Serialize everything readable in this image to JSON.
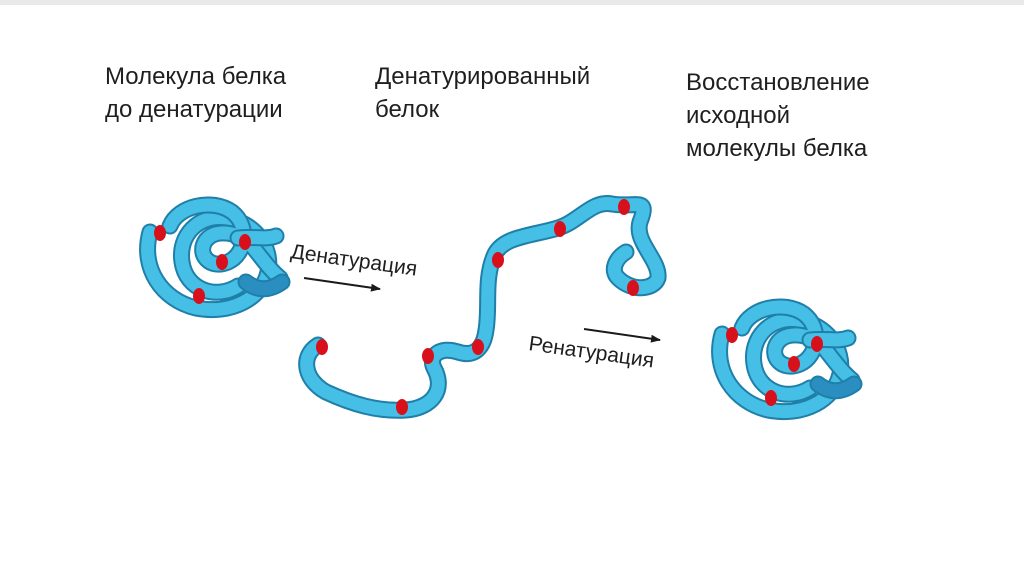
{
  "captions": {
    "native": {
      "line1": "Молекула белка",
      "line2": "до денатурации"
    },
    "denatured": {
      "line1": "Денатурированный",
      "line2": "белок"
    },
    "restored": {
      "line1": "Восстановление",
      "line2": "исходной",
      "line3": "молекулы белка"
    }
  },
  "arrows": {
    "denaturation": "Денатурация",
    "renaturation": "Ренатурация"
  },
  "colors": {
    "chain_fill": "#45bfe6",
    "chain_outline": "#1f7fa8",
    "chain_dark": "#2a8fc0",
    "bond_marker": "#d8101c"
  }
}
